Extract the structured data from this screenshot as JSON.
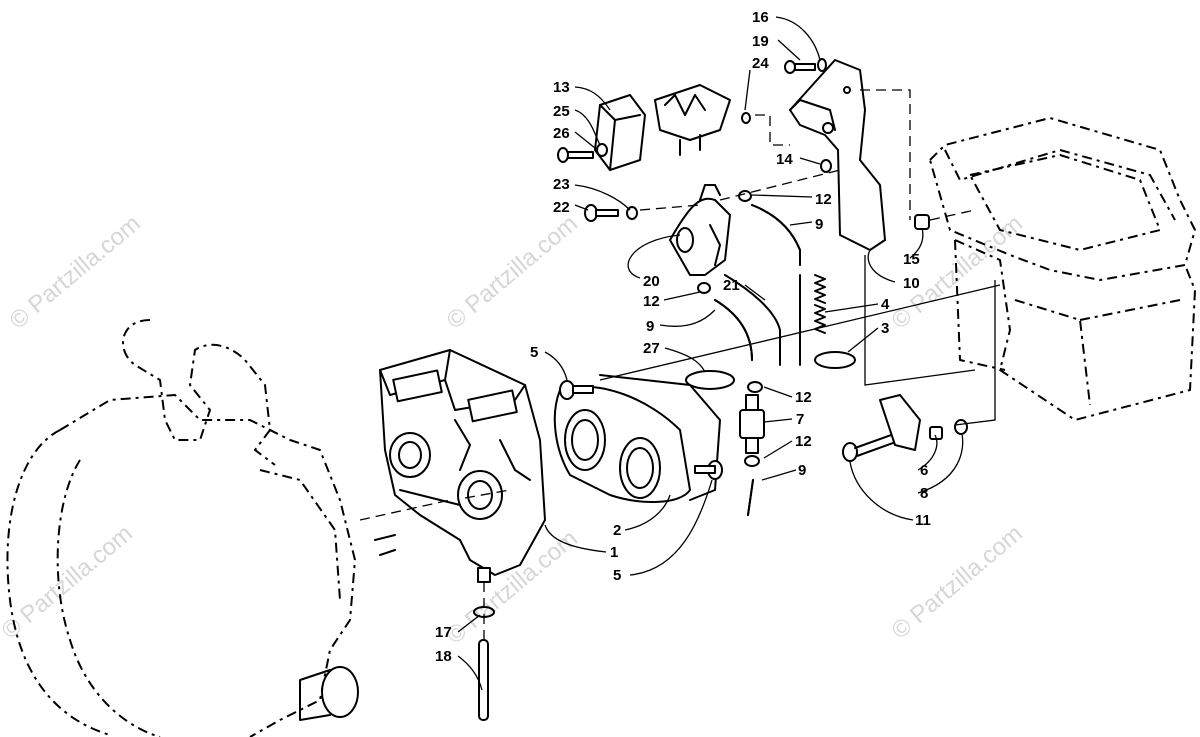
{
  "watermark": {
    "text": "© Partzilla.com",
    "color": "#d6d6d6"
  },
  "callouts": [
    {
      "id": "c16a",
      "label": "16"
    },
    {
      "id": "c19",
      "label": "19"
    },
    {
      "id": "c24",
      "label": "24"
    },
    {
      "id": "c13",
      "label": "13"
    },
    {
      "id": "c25",
      "label": "25"
    },
    {
      "id": "c26",
      "label": "26"
    },
    {
      "id": "c14",
      "label": "14"
    },
    {
      "id": "c23",
      "label": "23"
    },
    {
      "id": "c12a",
      "label": "12"
    },
    {
      "id": "c22",
      "label": "22"
    },
    {
      "id": "c9a",
      "label": "9"
    },
    {
      "id": "c15",
      "label": "15"
    },
    {
      "id": "c20",
      "label": "20"
    },
    {
      "id": "c10",
      "label": "10"
    },
    {
      "id": "c21",
      "label": "21"
    },
    {
      "id": "c12b",
      "label": "12"
    },
    {
      "id": "c4",
      "label": "4"
    },
    {
      "id": "c9b",
      "label": "9"
    },
    {
      "id": "c3",
      "label": "3"
    },
    {
      "id": "c5a",
      "label": "5"
    },
    {
      "id": "c27",
      "label": "27"
    },
    {
      "id": "c12c",
      "label": "12"
    },
    {
      "id": "c7",
      "label": "7"
    },
    {
      "id": "c12d",
      "label": "12"
    },
    {
      "id": "c6",
      "label": "6"
    },
    {
      "id": "c9c",
      "label": "9"
    },
    {
      "id": "c8",
      "label": "8"
    },
    {
      "id": "c11",
      "label": "11"
    },
    {
      "id": "c2",
      "label": "2"
    },
    {
      "id": "c1",
      "label": "1"
    },
    {
      "id": "c5b",
      "label": "5"
    },
    {
      "id": "c17",
      "label": "17"
    },
    {
      "id": "c18",
      "label": "18"
    }
  ]
}
